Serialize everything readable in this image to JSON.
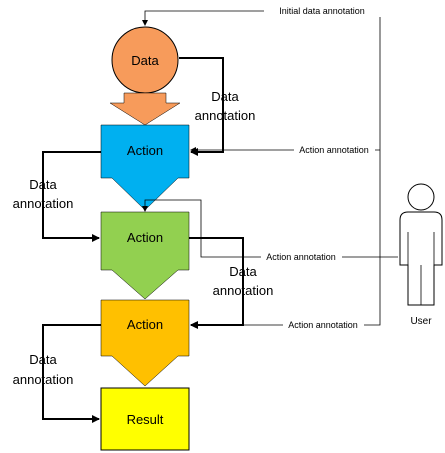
{
  "nodes": {
    "data": "Data",
    "action1": "Action",
    "action2": "Action",
    "action3": "Action",
    "result": "Result",
    "user": "User"
  },
  "edges": {
    "data_annotation_1_line1": "Data",
    "data_annotation_1_line2": "annotation",
    "data_annotation_2_line1": "Data",
    "data_annotation_2_line2": "annotation",
    "data_annotation_3_line1": "Data",
    "data_annotation_3_line2": "annotation",
    "data_annotation_4_line1": "Data",
    "data_annotation_4_line2": "annotation",
    "initial_data_annotation": "Initial data annotation",
    "action_annotation_1": "Action annotation",
    "action_annotation_2": "Action annotation",
    "action_annotation_3": "Action annotation"
  },
  "colors": {
    "data": "#F79B5B",
    "action1": "#00B0F0",
    "action2": "#92D050",
    "action3": "#FFC000",
    "result": "#FFFF00"
  }
}
